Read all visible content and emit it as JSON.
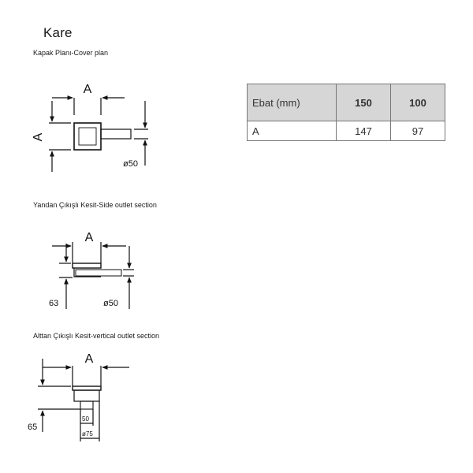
{
  "title": "Kare",
  "sections": [
    {
      "caption": "Kapak Planı-Cover plan"
    },
    {
      "caption": "Yandan Çıkışlı Kesit-Side outlet section"
    },
    {
      "caption": "Alttan Çıkışlı Kesit-vertical outlet section"
    }
  ],
  "dimensions": {
    "A": "A",
    "plan_outlet": "ø50",
    "side_height": "63",
    "side_outlet": "ø50",
    "vertical_height": "65",
    "vertical_inner": "50",
    "vertical_outer": "ø75"
  },
  "table": {
    "header_label": "Ebat (mm)",
    "sizes": [
      "150",
      "100"
    ],
    "rows": [
      {
        "label": "A",
        "values": [
          "147",
          "97"
        ]
      }
    ]
  }
}
